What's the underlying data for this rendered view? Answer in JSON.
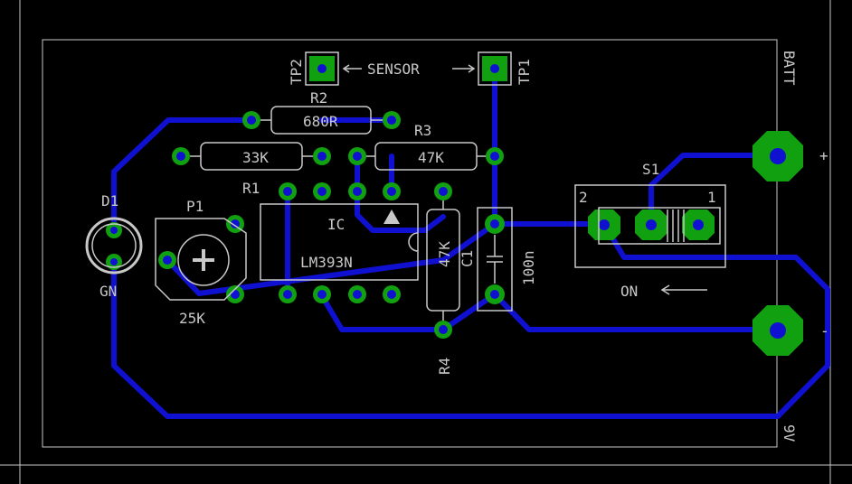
{
  "labels": {
    "tp2": "TP2",
    "tp1": "TP1",
    "sensor": "SENSOR",
    "r2_ref": "R2",
    "r2_val": "680R",
    "r3_ref": "R3",
    "r3_val": "47K",
    "r1_ref": "R1",
    "r1_val": "33K",
    "d1": "D1",
    "p1": "P1",
    "gn": "GN",
    "p1_val": "25K",
    "ic": "IC",
    "ic_val": "LM393N",
    "r4_val": "47K",
    "r4_ref": "R4",
    "c1": "C1",
    "c1_val": "100n",
    "s1": "S1",
    "s1_pin2": "2",
    "s1_pin1": "1",
    "on": "ON",
    "plus": "+",
    "minus": "-",
    "batt_top": "BATT",
    "batt_bottom": "9V"
  },
  "colors": {
    "background": "#000000",
    "trace": "#1010d0",
    "pad": "#10a010",
    "silkscreen": "#c8c8c8"
  }
}
